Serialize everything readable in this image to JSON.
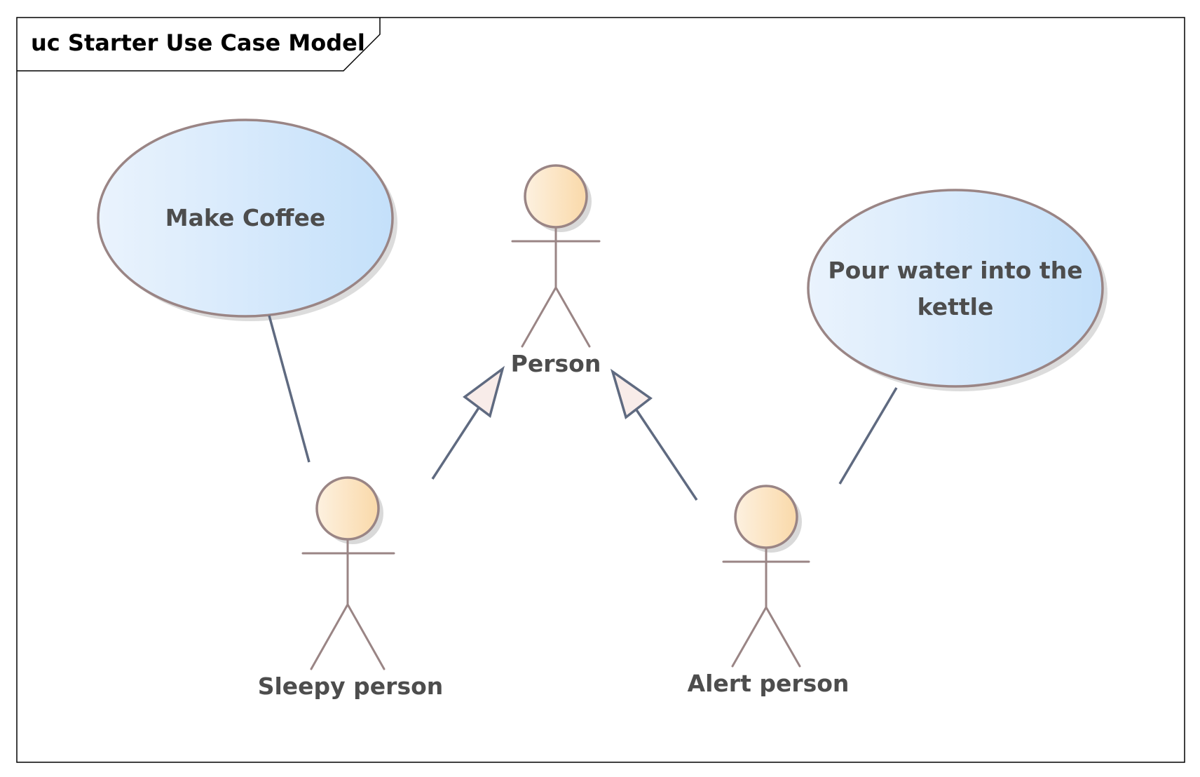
{
  "frame": {
    "title": "uc Starter Use Case Model"
  },
  "use_cases": {
    "make_coffee": {
      "label": "Make Coffee"
    },
    "pour_water": {
      "line1": "Pour water into the",
      "line2": "kettle"
    }
  },
  "actors": {
    "person": {
      "label": "Person"
    },
    "sleepy_person": {
      "label": "Sleepy person"
    },
    "alert_person": {
      "label": "Alert person"
    }
  },
  "colors": {
    "ellipse_fill_start": "#eaf3fd",
    "ellipse_fill_end": "#c4e0fa",
    "head_fill_start": "#fdf1e0",
    "head_fill_end": "#fad9a9",
    "outline": "#9a8585",
    "connector": "#5f6a80",
    "label_text": "#4d4d4d"
  }
}
